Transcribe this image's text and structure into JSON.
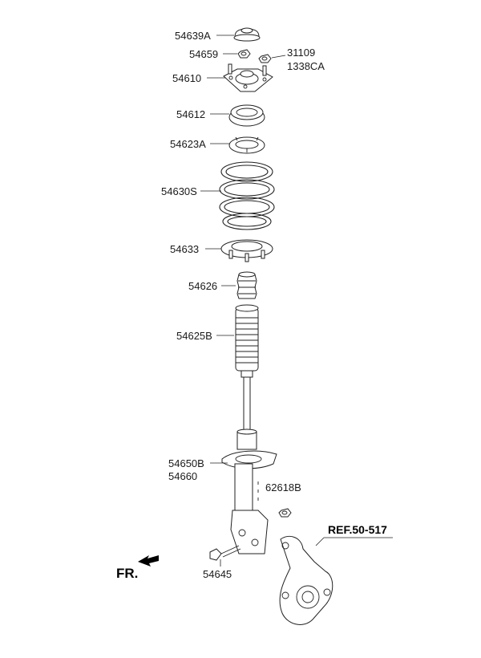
{
  "labels": {
    "p54639A": "54639A",
    "p54659": "54659",
    "p31109": "31109",
    "p1338CA": "1338CA",
    "p54610": "54610",
    "p54612": "54612",
    "p54623A": "54623A",
    "p54630S": "54630S",
    "p54633": "54633",
    "p54626": "54626",
    "p54625B": "54625B",
    "p54650B": "54650B",
    "p54660": "54660",
    "p62618B": "62618B",
    "p54645": "54645",
    "ref": "REF.50-517",
    "fr": "FR."
  }
}
